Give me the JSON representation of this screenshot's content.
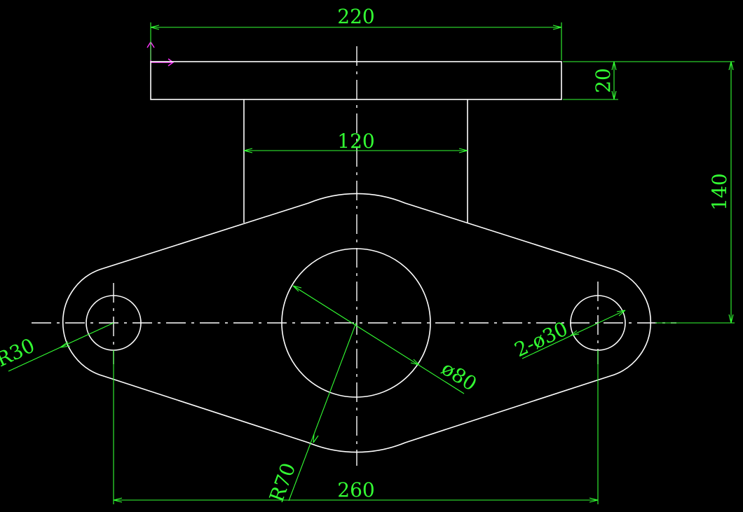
{
  "drawing": {
    "background": "#000000",
    "geometry_color": "#ffffff",
    "dimension_color": "#33ff33",
    "ucs_color": "#ff33ff",
    "dimensions": {
      "top_width": "220",
      "plate_thickness": "20",
      "neck_width": "120",
      "total_height": "140",
      "hole_spacing": "260",
      "end_radius": "R30",
      "small_holes": "2-ø30",
      "center_hole": "ø80",
      "arc_radius": "R70"
    },
    "icons": {
      "ucs": "ucs-axis-icon"
    }
  }
}
